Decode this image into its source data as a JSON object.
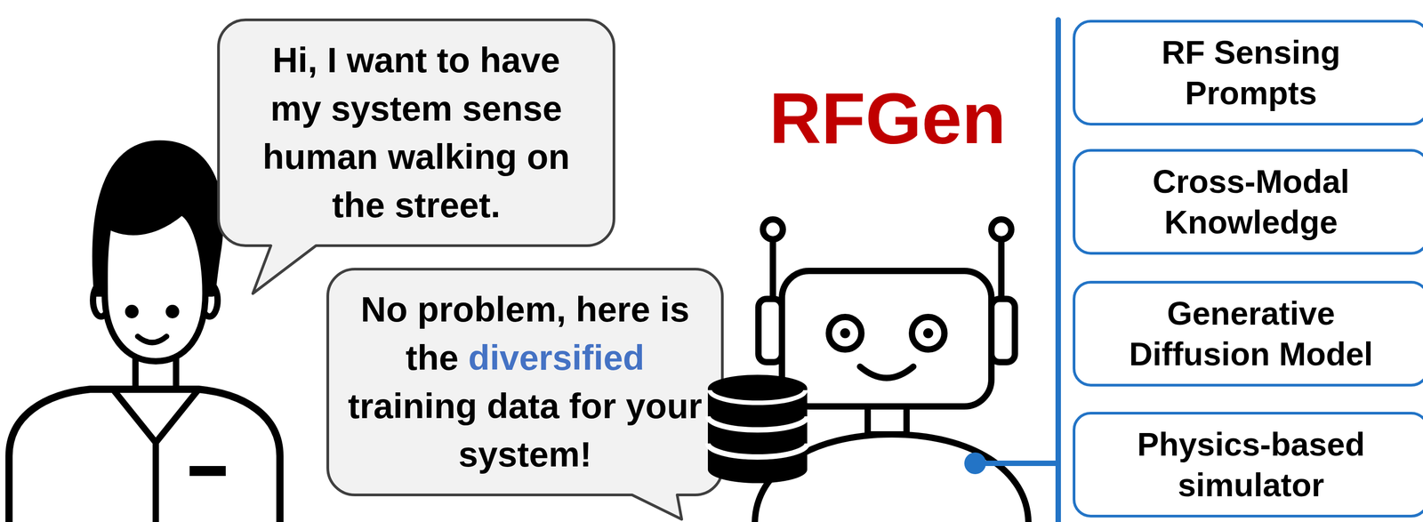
{
  "diagram": {
    "title": "RFGen",
    "nodes": [
      {
        "text": [
          "Hi, I want to have my system sense human walking on the street."
        ]
      },
      {
        "text": [
          "No problem, here is the",
          "diversified",
          "training data for your system!"
        ]
      },
      {
        "text": [
          "RF Sensing Prompts"
        ]
      },
      {
        "text": [
          "Cross-Modal Knowledge"
        ]
      },
      {
        "text": [
          "Generative Diffusion Model"
        ]
      },
      {
        "text": [
          "Physics-based simulator"
        ]
      }
    ]
  }
}
